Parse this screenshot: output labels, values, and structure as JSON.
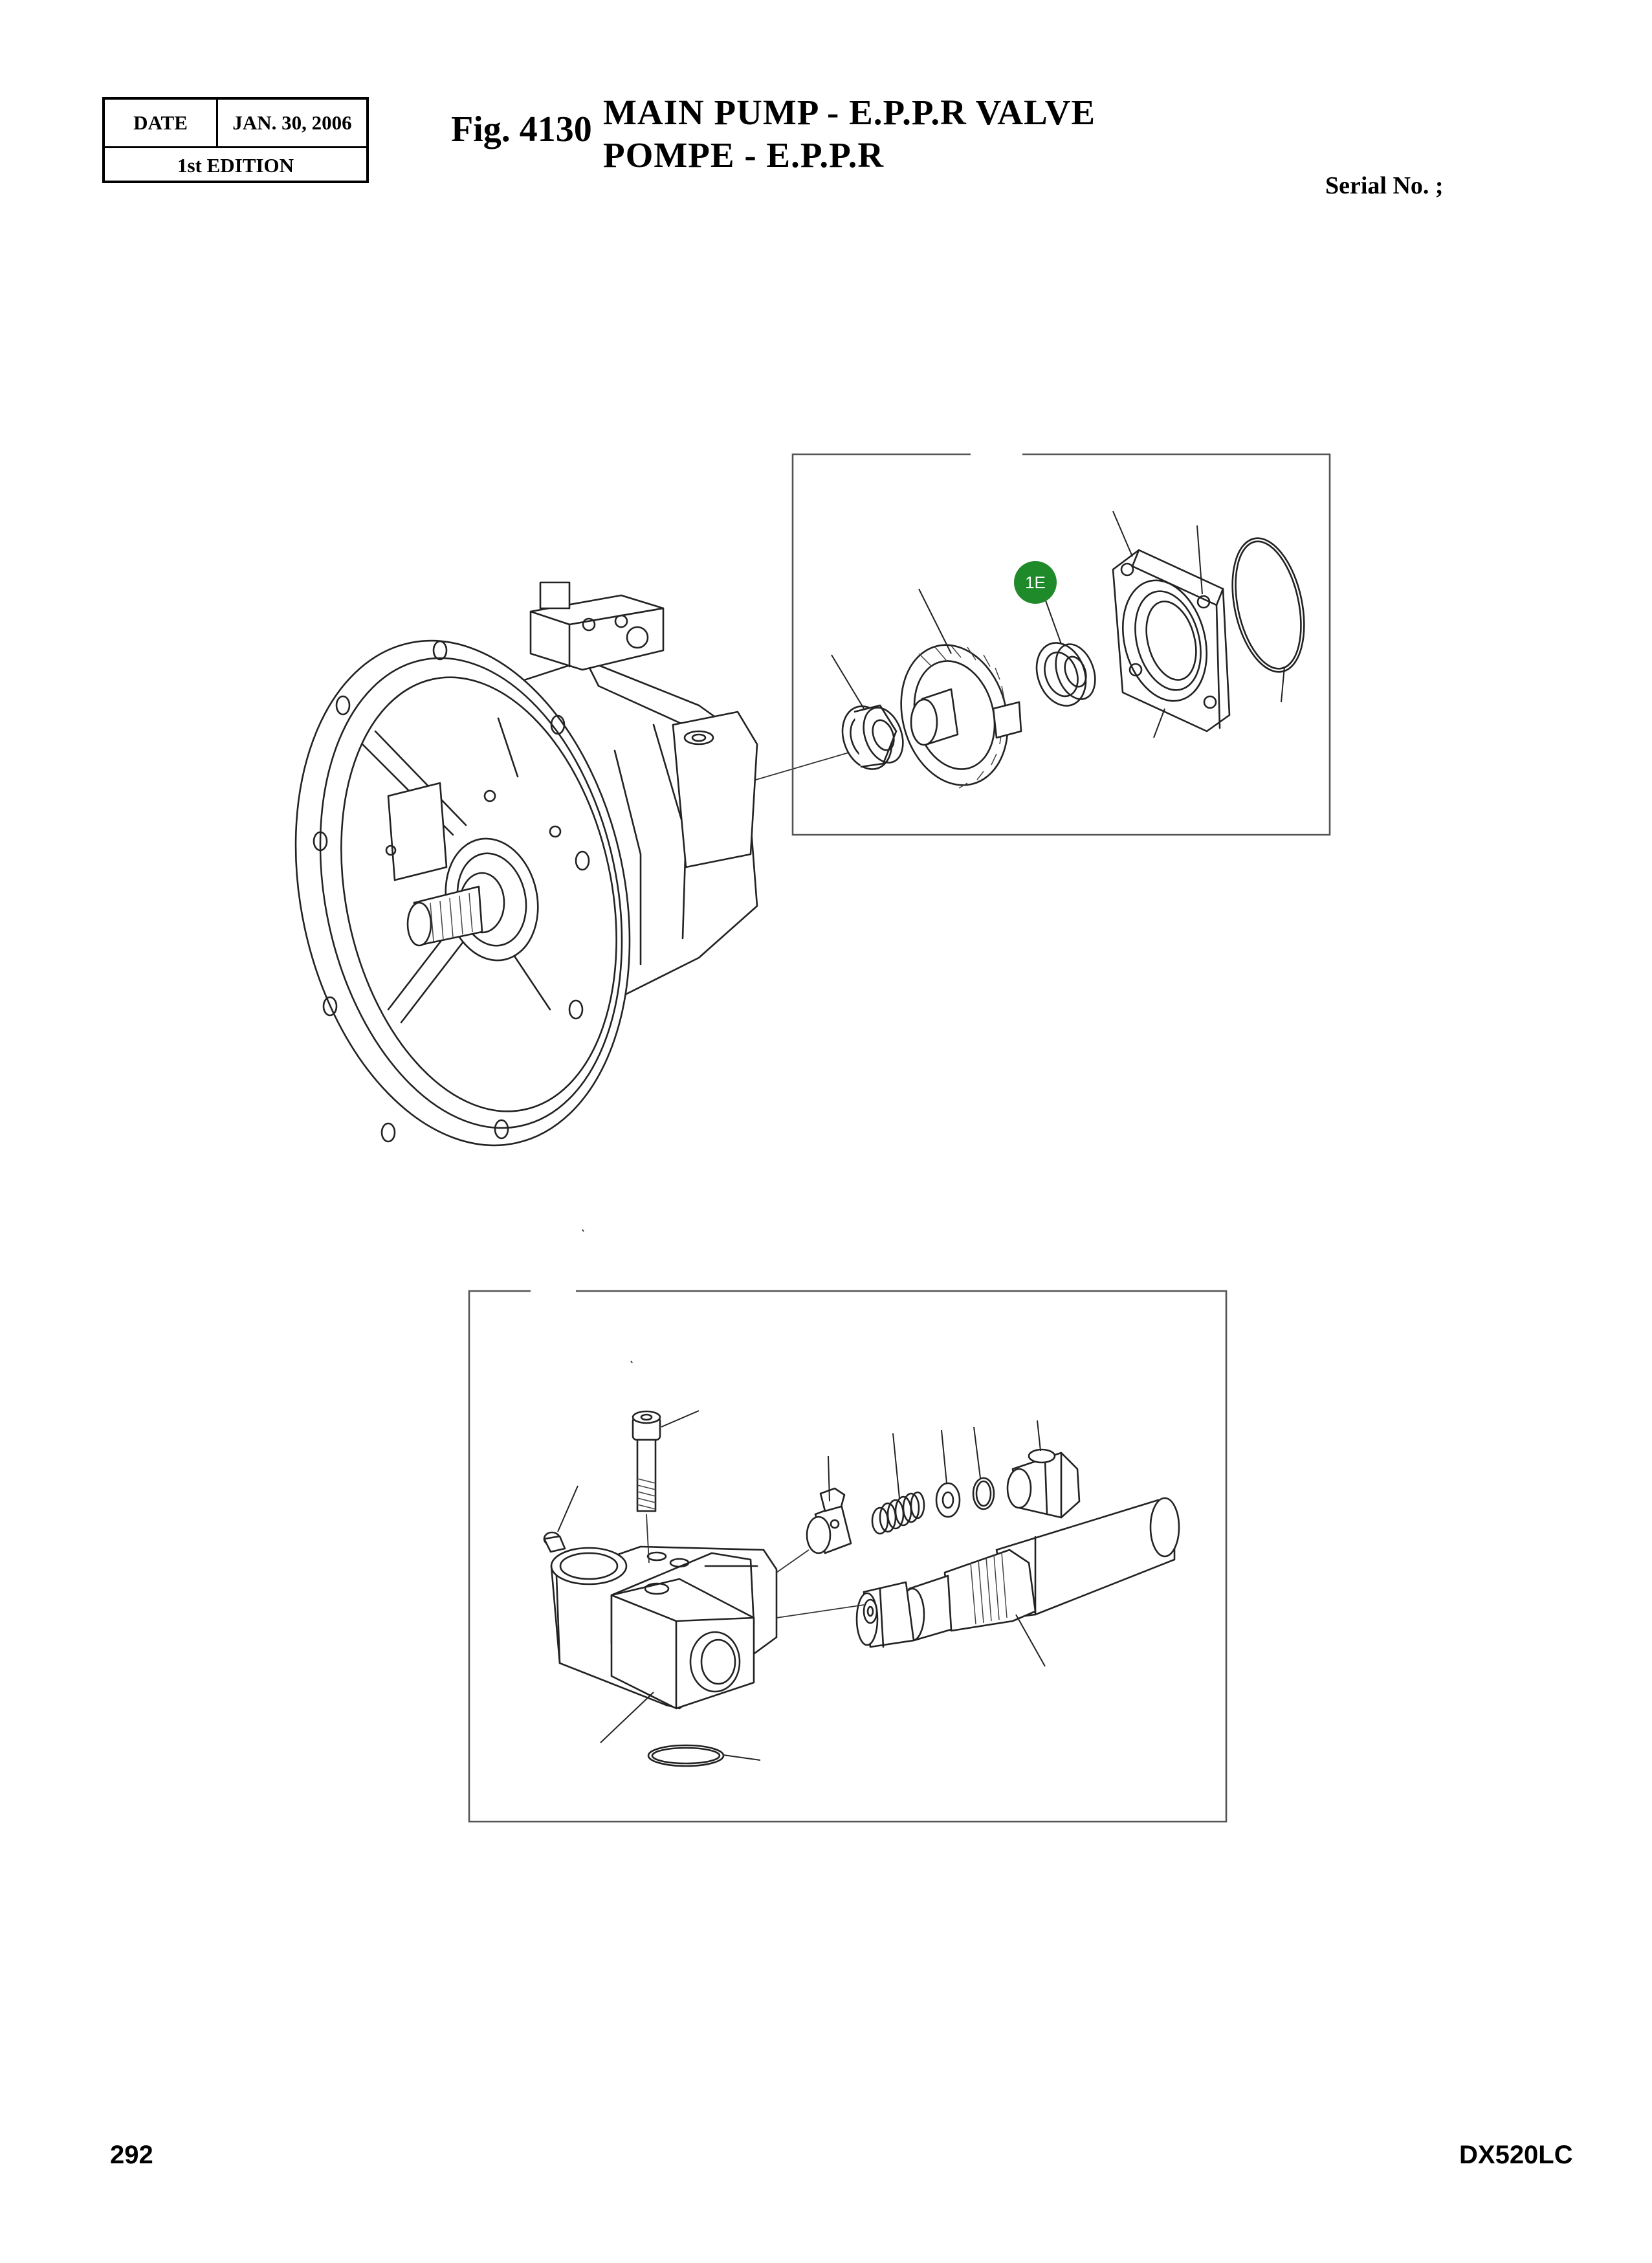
{
  "header": {
    "date_label": "DATE",
    "date_value": "JAN. 30, 2006",
    "edition": "1st EDITION",
    "figure_number": "Fig. 4130",
    "title_line_1": "MAIN PUMP - E.P.P.R VALVE",
    "title_line_2": "POMPE - E.P.P.R",
    "serial_label": "Serial No. ;"
  },
  "callout": {
    "label": "1E",
    "color": "#1f8a2a"
  },
  "footer": {
    "page_number": "292",
    "model": "DX520LC"
  }
}
